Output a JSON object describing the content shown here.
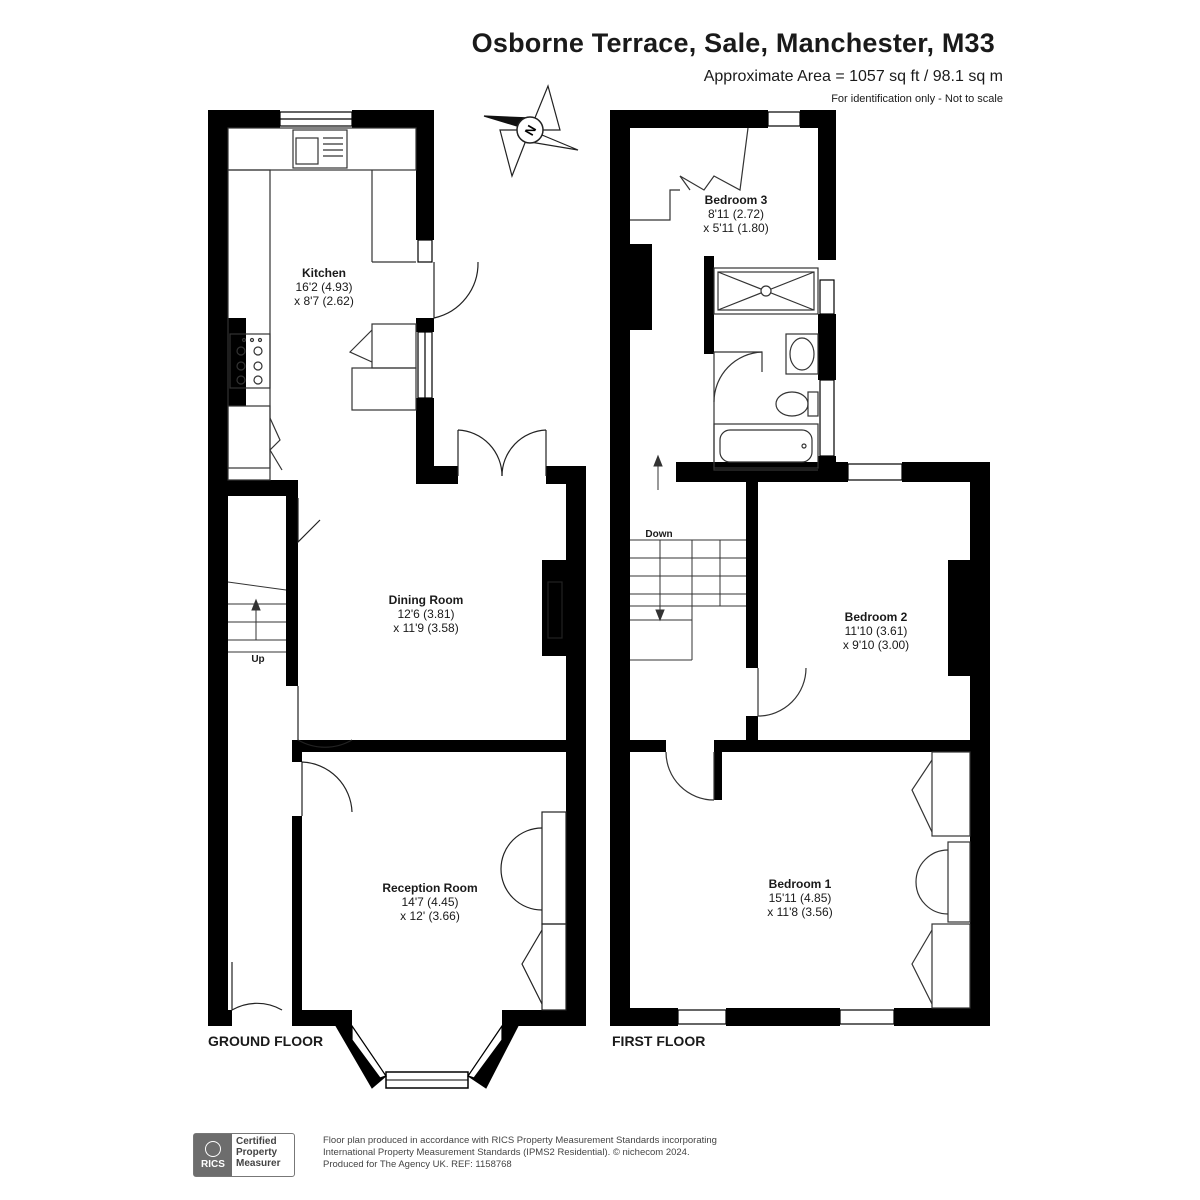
{
  "header": {
    "title": "Osborne Terrace, Sale, Manchester, M33",
    "area": "Approximate Area = 1057 sq ft / 98.1 sq m",
    "note": "For identification only - Not to scale"
  },
  "compass": {
    "label": "N"
  },
  "ground_floor": {
    "label": "GROUND FLOOR",
    "stairs_label": "Up",
    "rooms": {
      "kitchen": {
        "name": "Kitchen",
        "dim1": "16'2 (4.93)",
        "dim2": "x 8'7 (2.62)"
      },
      "dining": {
        "name": "Dining Room",
        "dim1": "12'6 (3.81)",
        "dim2": "x 11'9 (3.58)"
      },
      "reception": {
        "name": "Reception Room",
        "dim1": "14'7 (4.45)",
        "dim2": "x 12' (3.66)"
      }
    }
  },
  "first_floor": {
    "label": "FIRST FLOOR",
    "stairs_label": "Down",
    "rooms": {
      "bedroom3": {
        "name": "Bedroom 3",
        "dim1": "8'11 (2.72)",
        "dim2": "x 5'11 (1.80)"
      },
      "bedroom2": {
        "name": "Bedroom 2",
        "dim1": "11'10 (3.61)",
        "dim2": "x 9'10 (3.00)"
      },
      "bedroom1": {
        "name": "Bedroom 1",
        "dim1": "15'11 (4.85)",
        "dim2": "x 11'8 (3.56)"
      }
    }
  },
  "badge": {
    "logo": "RICS",
    "line1": "Certified",
    "line2": "Property",
    "line3": "Measurer"
  },
  "footer": {
    "line1": "Floor plan produced in accordance with RICS Property Measurement Standards incorporating",
    "line2": "International Property Measurement Standards (IPMS2 Residential).   © nichecom 2024.",
    "line3": "Produced for The Agency UK.   REF:  1158768"
  },
  "colors": {
    "wall": "#000000",
    "fixture": "#333333",
    "text": "#1a1a1a"
  }
}
